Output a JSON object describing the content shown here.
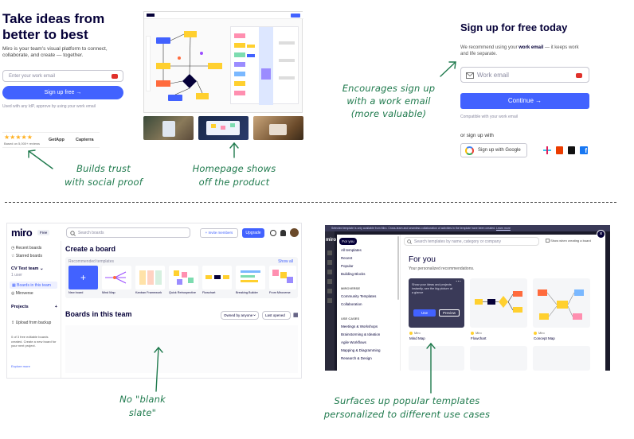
{
  "hero": {
    "headline": "Take ideas from better to best",
    "tagline": "Miro is your team's visual platform to connect, collaborate, and create — together.",
    "email_placeholder": "Enter your work email",
    "signup_button": "Sign up free →",
    "fineprint": "Used with any IdP, approve by using your work email",
    "stars": "★★★★★",
    "rating_caption": "Based on 5,000+ reviews",
    "review_logos": [
      "GetApp",
      "Capterra"
    ]
  },
  "signup": {
    "title": "Sign up for free today",
    "note_prefix": "We recommend using your ",
    "note_bold": "work email",
    "note_suffix": " — it keeps work and life separate.",
    "email_placeholder": "Work email",
    "continue_button": "Continue →",
    "fineprint": "Compatible with your work email",
    "or_sign_up_with": "or sign up with",
    "google_button": "Sign up with Google"
  },
  "dashboard": {
    "logo": "miro",
    "plan_badge": "Free",
    "search_placeholder": "Search boards",
    "invite_button": "+ Invite members",
    "upgrade_button": "Upgrade",
    "nav": [
      "Recent boards",
      "Starred boards"
    ],
    "team_name": "CV Test team",
    "team_sub": "1 user",
    "team_nav": [
      "Boards in this team",
      "Miroverse"
    ],
    "projects_label": "Projects",
    "upload_label": "Upload from backup",
    "promo": "0 of 3 free editable boards created. Create a new board for your next project.",
    "promo_link": "Explore more",
    "create_title": "Create a board",
    "recommended_label": "Recommended templates",
    "show_all": "Show all",
    "templates": [
      "New board",
      "Mind Map",
      "Kanban Framework",
      "Quick Retrospective",
      "Flowchart",
      "Breaking Builder",
      "From Miroverse"
    ],
    "boards_title": "Boards in this team",
    "owned_filter": "Owned by anyone",
    "sort_filter": "Last opened"
  },
  "picker": {
    "banner": "Selected template is only available from Miro. Cross-team and seamless collaboration of activities in the template have been created.",
    "banner_link": "Learn more",
    "logo": "miro",
    "search_placeholder": "Search templates by name, category or company",
    "checkbox_label": "Show when creating a board",
    "categories": [
      "For you",
      "All templates",
      "Recent",
      "Popular",
      "Building Blocks"
    ],
    "miroverse_label": "MIROVERSE",
    "miroverse_items": [
      "Community Templates",
      "Collaboration"
    ],
    "use_cases_label": "USE CASES",
    "use_cases": [
      "Meetings & Workshops",
      "Brainstorming & Ideation",
      "Agile Workflows",
      "Mapping & Diagramming",
      "Research & Design"
    ],
    "for_you_title": "For you",
    "for_you_sub": "Your personalized recommendations.",
    "card_text": "Show your ideas and projects instantly, see the big picture at a glance",
    "use_button": "Use",
    "preview_button": "Preview",
    "cards": [
      {
        "author": "Miro",
        "name": "Mind Map"
      },
      {
        "author": "Miro",
        "name": "Flowchart"
      },
      {
        "author": "Miro",
        "name": "Concept Map"
      }
    ]
  },
  "annotations": {
    "a1": [
      "Encourages sign up",
      "with a work email",
      "(more valuable)"
    ],
    "a2": [
      "Builds trust",
      "with social proof"
    ],
    "a3": [
      "Homepage shows",
      "off the product"
    ],
    "a4": [
      "No \"blank",
      "slate\""
    ],
    "a5": [
      "Surfaces up popular templates",
      "personalized to different use cases"
    ]
  },
  "colors": {
    "brand_blue": "#4262ff",
    "annotation_green": "#1f7a4d",
    "dark_navy": "#050038",
    "miro_yellow": "#ffd02f"
  }
}
